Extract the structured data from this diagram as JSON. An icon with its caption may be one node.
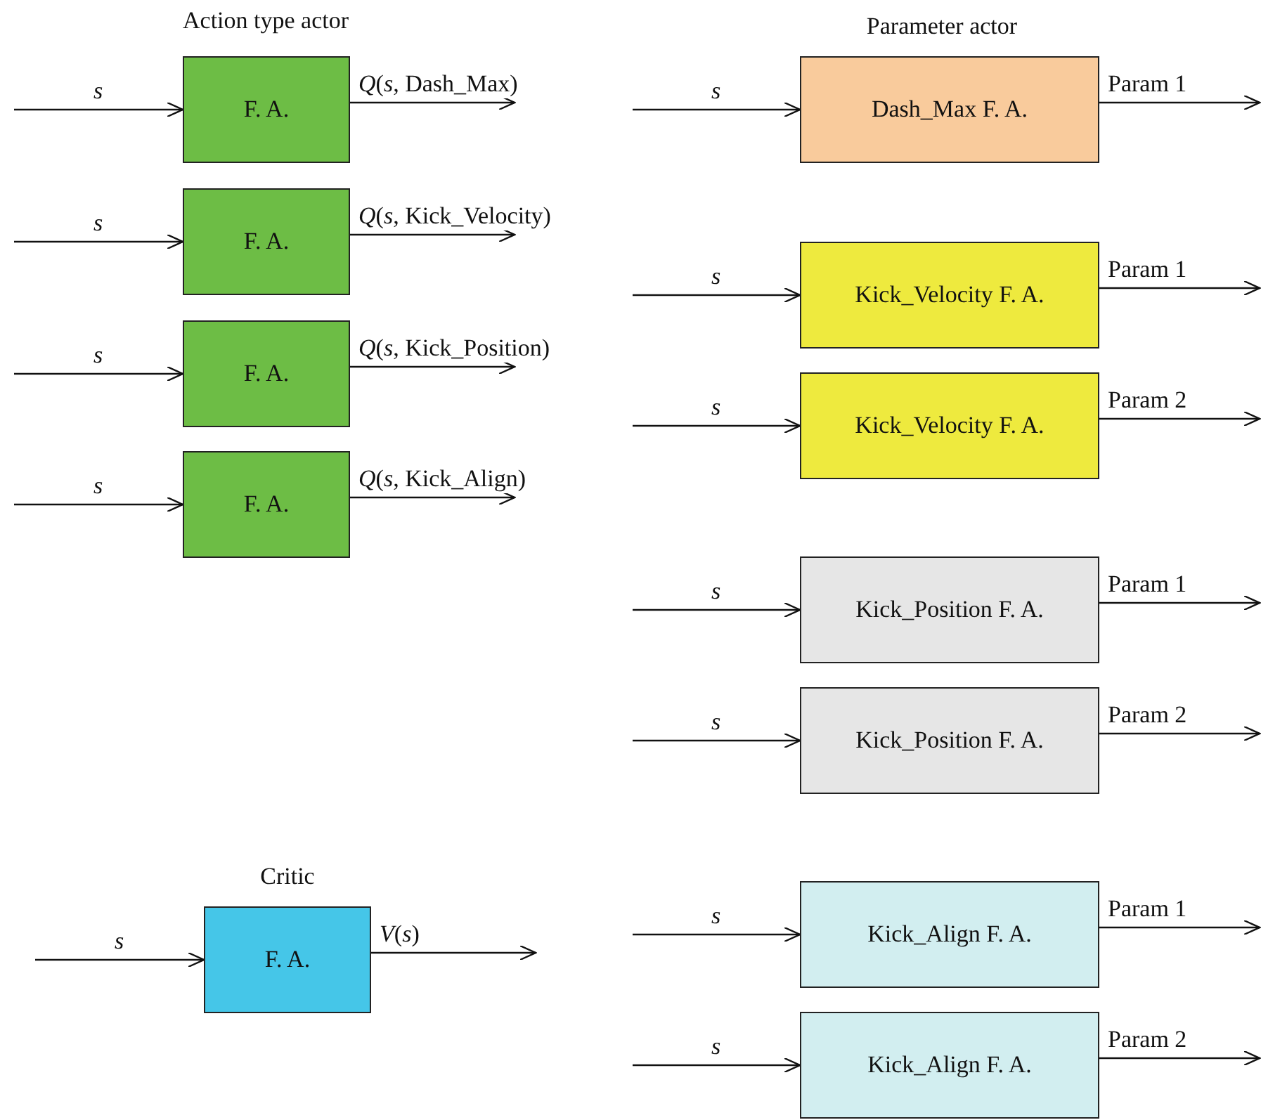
{
  "diagram": {
    "nodes": [
      {
        "text": [
          "F. A."
        ]
      },
      {
        "text": [
          "F. A."
        ]
      },
      {
        "text": [
          "F. A."
        ]
      },
      {
        "text": [
          "F. A."
        ]
      },
      {
        "text": [
          "Critic",
          "F. A."
        ]
      },
      {
        "text": [
          "Dash_Max F. A."
        ]
      },
      {
        "text": [
          "Kick_Velocity F. A."
        ]
      },
      {
        "text": [
          "Kick_Velocity F. A."
        ]
      },
      {
        "text": [
          "Kick_Position F. A."
        ]
      },
      {
        "text": [
          "Kick_Position F. A."
        ]
      },
      {
        "text": [
          "Kick_Align F. A."
        ]
      },
      {
        "text": [
          "Kick_Align F. A."
        ]
      }
    ],
    "edges": [
      {
        "from": null,
        "to": 0,
        "arrow": "to",
        "label": "s"
      },
      {
        "from": 0,
        "to": null,
        "arrow": "to",
        "label": "*Q*(*s*, Dash_Max)"
      },
      {
        "from": null,
        "to": 1,
        "arrow": "to",
        "label": "s"
      },
      {
        "from": 1,
        "to": null,
        "arrow": "to",
        "label": "*Q*(*s*, Kick_Velocity)"
      },
      {
        "from": null,
        "to": 2,
        "arrow": "to",
        "label": "s"
      },
      {
        "from": 2,
        "to": null,
        "arrow": "to",
        "label": "*Q*(*s*, Kick_Position)"
      },
      {
        "from": null,
        "to": 3,
        "arrow": "to",
        "label": "s"
      },
      {
        "from": 3,
        "to": null,
        "arrow": "to",
        "label": "*Q*(*s*, Kick_Align)"
      },
      {
        "from": null,
        "to": 4,
        "arrow": "to",
        "label": "s"
      },
      {
        "from": 4,
        "to": null,
        "arrow": "to",
        "label": "*V*(*s*)"
      },
      {
        "from": null,
        "to": 5,
        "arrow": "to",
        "label": "s"
      },
      {
        "from": 5,
        "to": null,
        "arrow": "to",
        "label": "Param 1"
      },
      {
        "from": null,
        "to": 6,
        "arrow": "to",
        "label": "s"
      },
      {
        "from": 6,
        "to": null,
        "arrow": "to",
        "label": "Param 1"
      },
      {
        "from": null,
        "to": 7,
        "arrow": "to",
        "label": "s"
      },
      {
        "from": 7,
        "to": null,
        "arrow": "to",
        "label": "Param 2"
      },
      {
        "from": null,
        "to": 8,
        "arrow": "to",
        "label": "s"
      },
      {
        "from": 8,
        "to": null,
        "arrow": "to",
        "label": "Param 1"
      },
      {
        "from": null,
        "to": 9,
        "arrow": "to",
        "label": "s"
      },
      {
        "from": 9,
        "to": null,
        "arrow": "to",
        "label": "Param 2"
      },
      {
        "from": null,
        "to": 10,
        "arrow": "to",
        "label": "s"
      },
      {
        "from": 10,
        "to": null,
        "arrow": "to",
        "label": "Param 1"
      },
      {
        "from": null,
        "to": 11,
        "arrow": "to",
        "label": "s"
      },
      {
        "from": 11,
        "to": null,
        "arrow": "to",
        "label": "Param 2"
      }
    ],
    "labels": [
      "Action type actor",
      "Parameter actor"
    ]
  }
}
